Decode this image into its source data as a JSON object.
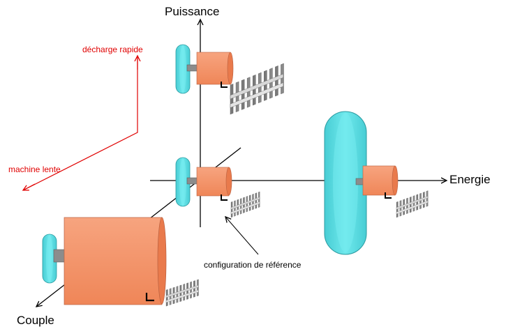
{
  "labels": {
    "y_axis": "Puissance",
    "x_axis": "Energie",
    "z_axis": "Couple",
    "fast_discharge": "décharge rapide",
    "slow_machine": "machine lente",
    "reference_config": "configuration de référence"
  },
  "colors": {
    "motor": "#f4936a",
    "motor_dark": "#d9704a",
    "flywheel": "#5fe0e6",
    "flywheel_dark": "#3ab8c0",
    "shaft": "#8c8c8c",
    "annotation_red": "#e00000",
    "axis": "#000000"
  },
  "components": [
    "flywheel-small-top",
    "motor-top",
    "heatsink-top",
    "flywheel-small-center",
    "motor-center",
    "heatsink-center",
    "flywheel-large-right",
    "motor-right",
    "heatsink-right",
    "flywheel-small-bottom",
    "motor-large-bottom",
    "heatsink-bottom"
  ]
}
